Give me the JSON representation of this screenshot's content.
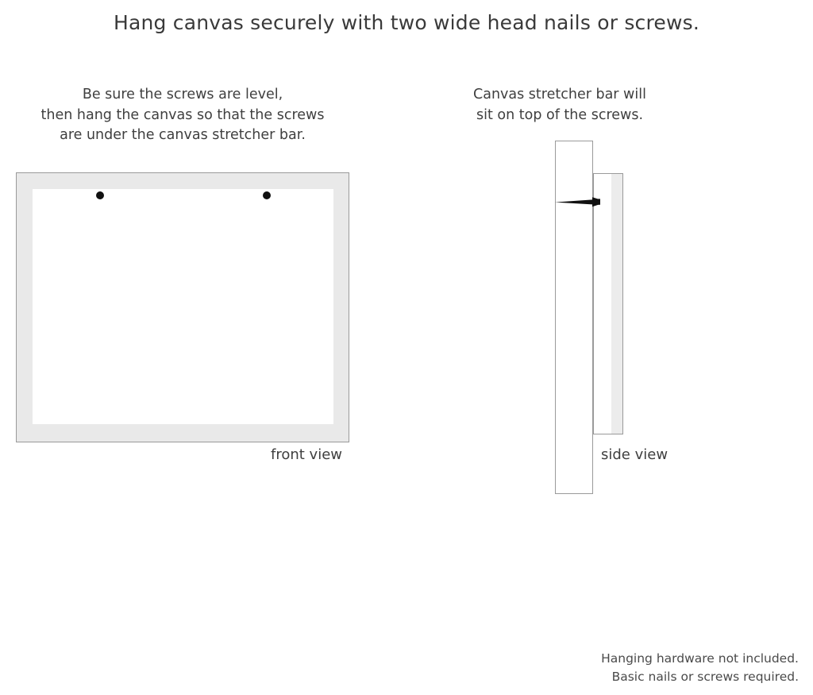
{
  "headline": "Hang canvas securely with two wide head nails or screws.",
  "captions": {
    "left": {
      "line1": "Be sure the screws are level,",
      "line2": "then hang the canvas so that the screws",
      "line3": "are under the canvas stretcher bar."
    },
    "right": {
      "line1": "Canvas stretcher bar will",
      "line2": "sit on top of the screws."
    }
  },
  "front_view": {
    "label": "front view",
    "frame_color": "#e9e9e9",
    "frame_border_color": "#9a9a9a",
    "mat_color": "#ffffff",
    "screws": [
      {
        "name": "left-screw",
        "color": "#111111"
      },
      {
        "name": "right-screw",
        "color": "#111111"
      }
    ]
  },
  "side_view": {
    "label": "side view",
    "wall_color": "#ffffff",
    "wall_border_color": "#9a9a9a",
    "stretcher_bar_color": "#ececec",
    "stretcher_bar_border_color": "#9a9a9a",
    "screw_color": "#111111"
  },
  "footer": {
    "line1": "Hanging hardware not included.",
    "line2": "Basic nails or screws required."
  }
}
